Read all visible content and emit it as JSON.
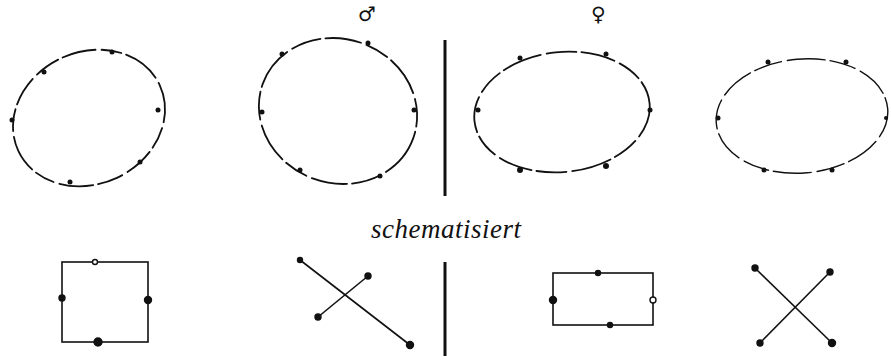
{
  "diagram": {
    "labels": [
      "♂",
      "♀",
      "schematisiert"
    ]
  }
}
